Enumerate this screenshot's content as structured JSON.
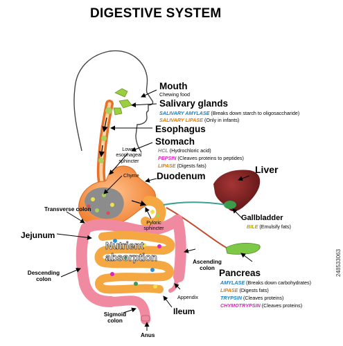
{
  "title": "DIGESTIVE SYSTEM",
  "watermark": "248533063",
  "colors": {
    "amylase": "#1a7fc1",
    "lipase": "#e07b00",
    "pepsin": "#e020c0",
    "hcl": "#888888",
    "bile": "#b8a000",
    "trypsin": "#1a7fc1",
    "chymotrypsin": "#e020c0",
    "liver": "#7a1f1f",
    "intestine": "#f08aa0",
    "stomach": "#f08a3c",
    "duct": "#3aa090"
  },
  "organs": {
    "mouth": {
      "name": "Mouth",
      "desc": "Chewing food"
    },
    "salivary": {
      "name": "Salivary glands",
      "enzymes": [
        {
          "name": "SALIVARY AMYLASE",
          "desc": "(Breaks down starch to oligosaccharide)",
          "color_key": "amylase"
        },
        {
          "name": "SALIVARY LIPASE",
          "desc": "(Only in infants)",
          "color_key": "lipase"
        }
      ]
    },
    "esophagus": {
      "name": "Esophagus"
    },
    "stomach": {
      "name": "Stomach",
      "enzymes": [
        {
          "name": "HCL",
          "desc": "(Hydrochloric acid)",
          "color_key": "hcl"
        },
        {
          "name": "PEPSIN",
          "desc": "(Cleaves proteins to peptides)",
          "color_key": "pepsin"
        },
        {
          "name": "LIPASE",
          "desc": "(Digests fats)",
          "color_key": "lipase"
        }
      ]
    },
    "duodenum": {
      "name": "Duodenum"
    },
    "liver": {
      "name": "Liver"
    },
    "gallbladder": {
      "name": "Gallbladder",
      "enzymes": [
        {
          "name": "BILE",
          "desc": "(Emulsify fats)",
          "color_key": "bile"
        }
      ]
    },
    "pancreas": {
      "name": "Pancreas",
      "enzymes": [
        {
          "name": "AMYLASE",
          "desc": "(Breaks down carbohydrates)",
          "color_key": "amylase"
        },
        {
          "name": "LIPASE",
          "desc": "(Digests fats)",
          "color_key": "lipase"
        },
        {
          "name": "TRYPSIN",
          "desc": "(Cleaves proteins)",
          "color_key": "trypsin"
        },
        {
          "name": "CHYMOTRYPSIN",
          "desc": "(Cleaves proteins)",
          "color_key": "chymotrypsin"
        }
      ]
    },
    "jejunum": {
      "name": "Jejunum"
    },
    "ileum": {
      "name": "Ileum"
    }
  },
  "small_labels": {
    "lower_sphincter": "Lower esophageal sphincter",
    "chyme": "Chyme",
    "pyloric": "Pyloric sphincter",
    "transverse": "Transverse colon",
    "descending": "Descending colon",
    "ascending": "Ascending colon",
    "appendix": "Appendix",
    "sigmoid": "Sigmoid colon",
    "anus": "Anus"
  },
  "nutrient_line1": "Nutrient",
  "nutrient_line2": "absorption"
}
